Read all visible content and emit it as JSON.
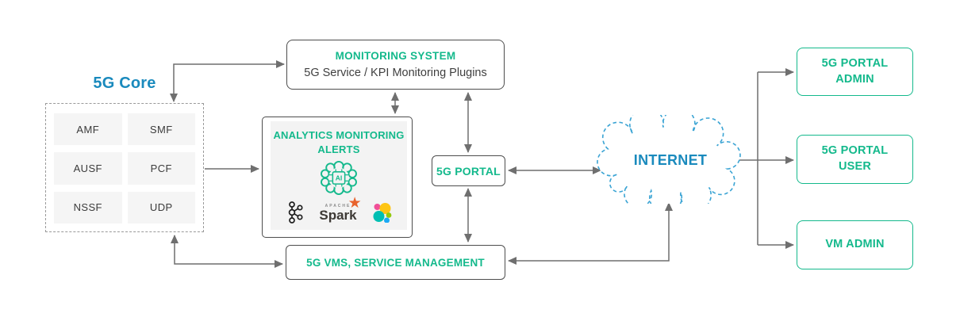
{
  "colors": {
    "accent_green": "#14b98c",
    "accent_blue": "#1a8abd",
    "arrow_gray": "#6f6f6f",
    "box_border_gray": "#4d4d4d",
    "nf_box_fill": "#f5f5f5",
    "analytics_panel_fill": "#f3f3f3",
    "cloud_dash_blue": "#3ba4d4",
    "spark_orange": "#e8622c"
  },
  "core": {
    "title": "5G Core",
    "nfs": [
      "AMF",
      "SMF",
      "AUSF",
      "PCF",
      "NSSF",
      "UDP"
    ]
  },
  "monitoring": {
    "title": "MONITORING SYSTEM",
    "subtitle": "5G Service / KPI Monitoring Plugins"
  },
  "analytics": {
    "title": "ANALYTICS MONITORING ALERTS",
    "ai_chip": "AI",
    "spark": {
      "apache": "APACHE",
      "name": "Spark",
      "star": "★"
    }
  },
  "portal": {
    "label": "5G PORTAL"
  },
  "internet": {
    "label": "INTERNET"
  },
  "vms": {
    "label": "5G VMS, SERVICE MANAGEMENT"
  },
  "actors": [
    "5G PORTAL ADMIN",
    "5G PORTAL USER",
    "VM ADMIN"
  ]
}
